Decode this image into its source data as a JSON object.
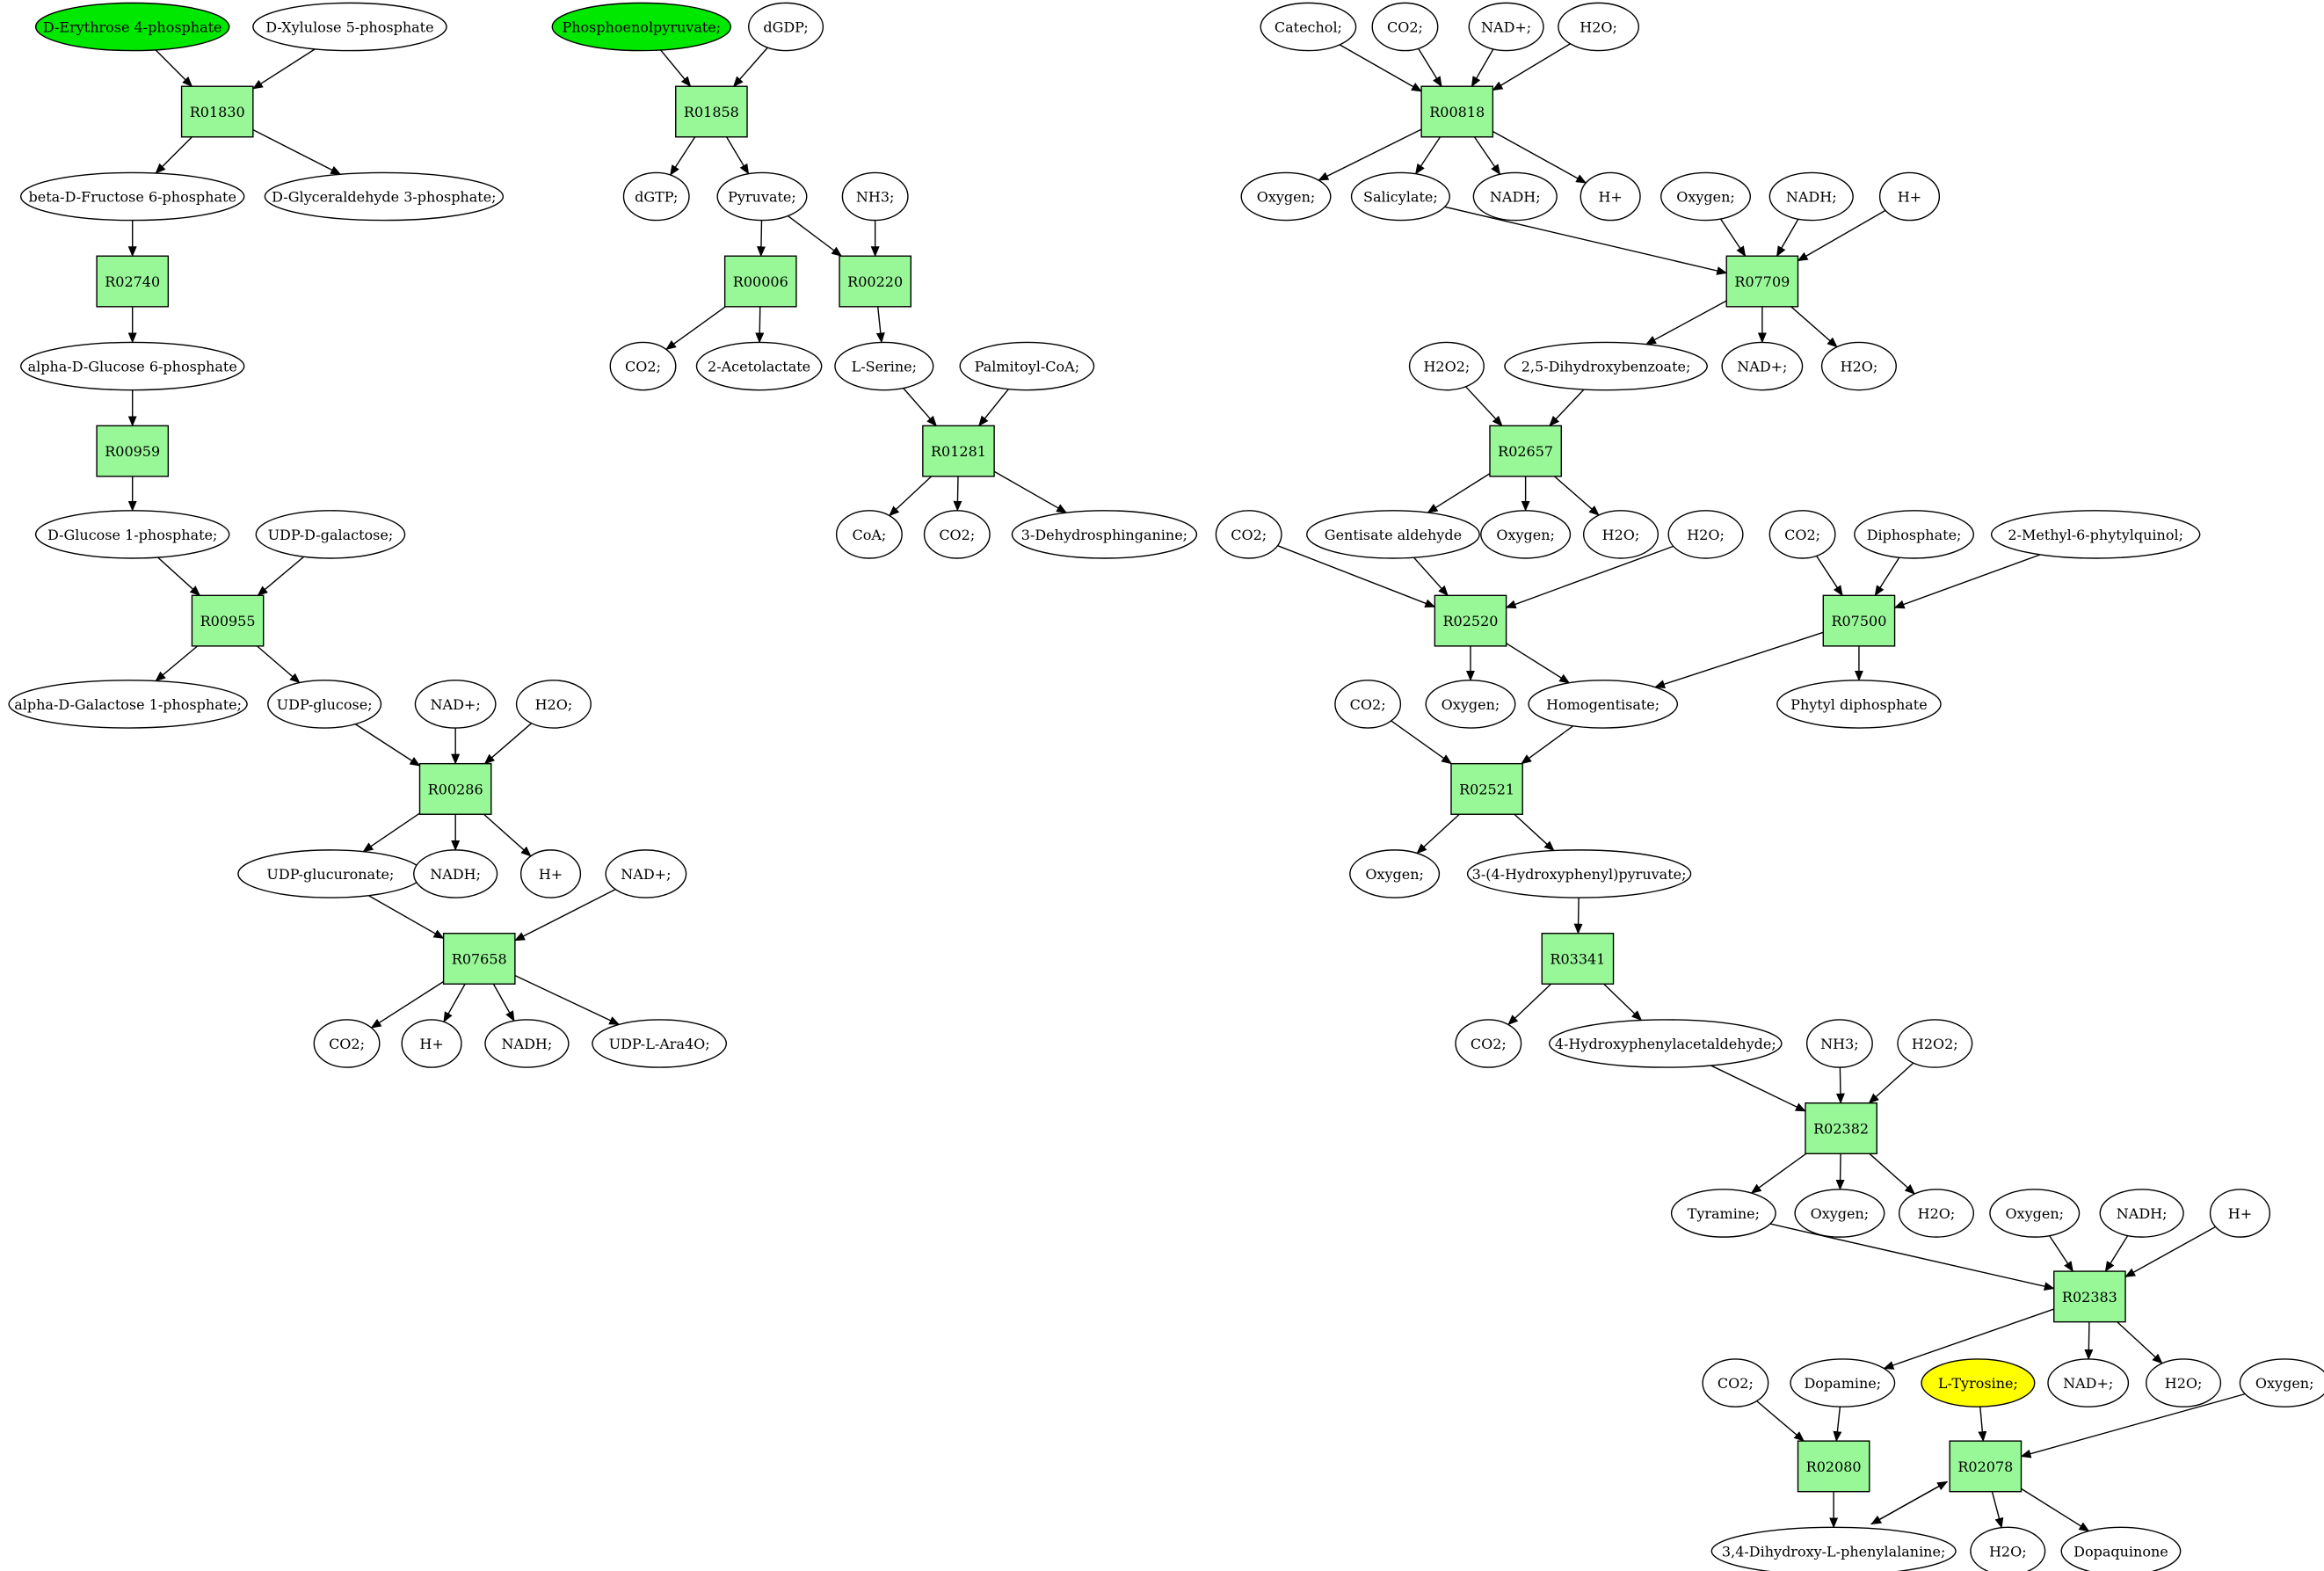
{
  "colors": {
    "reaction_fill": "#98f898",
    "source_fill": "#00e800",
    "target_fill": "#ffff00",
    "metabolite_fill": "#ffffff"
  },
  "reactions": [
    "R01830",
    "R02740",
    "R00959",
    "R00955",
    "R00286",
    "R07658",
    "R01858",
    "R00006",
    "R00220",
    "R01281",
    "R00818",
    "R07709",
    "R02657",
    "R02520",
    "R07500",
    "R02521",
    "R03341",
    "R02382",
    "R02383",
    "R02080",
    "R02078"
  ],
  "metabolites": [
    {
      "id": "m1",
      "label": "D-Erythrose 4-phosphate",
      "kind": "source"
    },
    {
      "id": "m2",
      "label": "D-Xylulose 5-phosphate"
    },
    {
      "id": "m3",
      "label": "beta-D-Fructose 6-phosphate"
    },
    {
      "id": "m4",
      "label": "D-Glyceraldehyde 3-phosphate;"
    },
    {
      "id": "m5",
      "label": "alpha-D-Glucose 6-phosphate"
    },
    {
      "id": "m6",
      "label": "D-Glucose 1-phosphate;"
    },
    {
      "id": "m7",
      "label": "UDP-D-galactose;"
    },
    {
      "id": "m8",
      "label": "alpha-D-Galactose 1-phosphate;"
    },
    {
      "id": "m9",
      "label": "UDP-glucose;"
    },
    {
      "id": "m10",
      "label": "NAD+;"
    },
    {
      "id": "m11",
      "label": "H2O;"
    },
    {
      "id": "m12",
      "label": "UDP-glucuronate;"
    },
    {
      "id": "m13",
      "label": "NADH;"
    },
    {
      "id": "m14",
      "label": "H+"
    },
    {
      "id": "m15",
      "label": "NAD+;"
    },
    {
      "id": "m16",
      "label": "CO2;"
    },
    {
      "id": "m17",
      "label": "H+"
    },
    {
      "id": "m18",
      "label": "NADH;"
    },
    {
      "id": "m19",
      "label": "UDP-L-Ara4O;"
    },
    {
      "id": "m20",
      "label": "Phosphoenolpyruvate;",
      "kind": "source"
    },
    {
      "id": "m21",
      "label": "dGDP;"
    },
    {
      "id": "m22",
      "label": "dGTP;"
    },
    {
      "id": "m23",
      "label": "Pyruvate;"
    },
    {
      "id": "m24",
      "label": "NH3;"
    },
    {
      "id": "m25",
      "label": "CO2;"
    },
    {
      "id": "m26",
      "label": "2-Acetolactate"
    },
    {
      "id": "m27",
      "label": "L-Serine;"
    },
    {
      "id": "m28",
      "label": "Palmitoyl-CoA;"
    },
    {
      "id": "m29",
      "label": "CoA;"
    },
    {
      "id": "m30",
      "label": "CO2;"
    },
    {
      "id": "m31",
      "label": "3-Dehydrosphinganine;"
    },
    {
      "id": "m32",
      "label": "Catechol;"
    },
    {
      "id": "m33",
      "label": "CO2;"
    },
    {
      "id": "m34",
      "label": "NAD+;"
    },
    {
      "id": "m35",
      "label": "H2O;"
    },
    {
      "id": "m36",
      "label": "Oxygen;"
    },
    {
      "id": "m37",
      "label": "Salicylate;"
    },
    {
      "id": "m38",
      "label": "NADH;"
    },
    {
      "id": "m39",
      "label": "H+"
    },
    {
      "id": "m40",
      "label": "Oxygen;"
    },
    {
      "id": "m41",
      "label": "NADH;"
    },
    {
      "id": "m42",
      "label": "H+"
    },
    {
      "id": "m43",
      "label": "H2O2;"
    },
    {
      "id": "m44",
      "label": "2,5-Dihydroxybenzoate;"
    },
    {
      "id": "m45",
      "label": "NAD+;"
    },
    {
      "id": "m46",
      "label": "H2O;"
    },
    {
      "id": "m47",
      "label": "CO2;"
    },
    {
      "id": "m48",
      "label": "Gentisate aldehyde"
    },
    {
      "id": "m49",
      "label": "Oxygen;"
    },
    {
      "id": "m50",
      "label": "H2O;"
    },
    {
      "id": "m51",
      "label": "H2O;"
    },
    {
      "id": "m52",
      "label": "CO2;"
    },
    {
      "id": "m53",
      "label": "Diphosphate;"
    },
    {
      "id": "m54",
      "label": "2-Methyl-6-phytylquinol;"
    },
    {
      "id": "m55",
      "label": "CO2;"
    },
    {
      "id": "m56",
      "label": "Oxygen;"
    },
    {
      "id": "m57",
      "label": "Homogentisate;"
    },
    {
      "id": "m58",
      "label": "Phytyl diphosphate"
    },
    {
      "id": "m59",
      "label": "Oxygen;"
    },
    {
      "id": "m60",
      "label": "3-(4-Hydroxyphenyl)pyruvate;"
    },
    {
      "id": "m61",
      "label": "CO2;"
    },
    {
      "id": "m62",
      "label": "4-Hydroxyphenylacetaldehyde;"
    },
    {
      "id": "m63",
      "label": "NH3;"
    },
    {
      "id": "m64",
      "label": "H2O2;"
    },
    {
      "id": "m65",
      "label": "Tyramine;"
    },
    {
      "id": "m66",
      "label": "Oxygen;"
    },
    {
      "id": "m67",
      "label": "H2O;"
    },
    {
      "id": "m68",
      "label": "Oxygen;"
    },
    {
      "id": "m69",
      "label": "NADH;"
    },
    {
      "id": "m70",
      "label": "H+"
    },
    {
      "id": "m71",
      "label": "CO2;"
    },
    {
      "id": "m72",
      "label": "Dopamine;"
    },
    {
      "id": "m73",
      "label": "L-Tyrosine;",
      "kind": "target"
    },
    {
      "id": "m74",
      "label": "NAD+;"
    },
    {
      "id": "m75",
      "label": "H2O;"
    },
    {
      "id": "m76",
      "label": "Oxygen;"
    },
    {
      "id": "m77",
      "label": "3,4-Dihydroxy-L-phenylalanine;"
    },
    {
      "id": "m78",
      "label": "H2O;"
    },
    {
      "id": "m79",
      "label": "Dopaquinone"
    }
  ],
  "edges": [
    [
      "m1",
      "R01830"
    ],
    [
      "m2",
      "R01830"
    ],
    [
      "R01830",
      "m3"
    ],
    [
      "R01830",
      "m4"
    ],
    [
      "m3",
      "R02740"
    ],
    [
      "R02740",
      "m5"
    ],
    [
      "m5",
      "R00959"
    ],
    [
      "R00959",
      "m6"
    ],
    [
      "m6",
      "R00955"
    ],
    [
      "m7",
      "R00955"
    ],
    [
      "R00955",
      "m8"
    ],
    [
      "R00955",
      "m9"
    ],
    [
      "m9",
      "R00286"
    ],
    [
      "m10",
      "R00286"
    ],
    [
      "m11",
      "R00286"
    ],
    [
      "R00286",
      "m12"
    ],
    [
      "R00286",
      "m13"
    ],
    [
      "R00286",
      "m14"
    ],
    [
      "m12",
      "R07658"
    ],
    [
      "m15",
      "R07658"
    ],
    [
      "R07658",
      "m16"
    ],
    [
      "R07658",
      "m17"
    ],
    [
      "R07658",
      "m18"
    ],
    [
      "R07658",
      "m19"
    ],
    [
      "m20",
      "R01858"
    ],
    [
      "m21",
      "R01858"
    ],
    [
      "R01858",
      "m22"
    ],
    [
      "R01858",
      "m23"
    ],
    [
      "m23",
      "R00006"
    ],
    [
      "R00006",
      "m25"
    ],
    [
      "R00006",
      "m26"
    ],
    [
      "m23",
      "R00220"
    ],
    [
      "m24",
      "R00220"
    ],
    [
      "R00220",
      "m27"
    ],
    [
      "m27",
      "R01281"
    ],
    [
      "m28",
      "R01281"
    ],
    [
      "R01281",
      "m29"
    ],
    [
      "R01281",
      "m30"
    ],
    [
      "R01281",
      "m31"
    ],
    [
      "m32",
      "R00818"
    ],
    [
      "m33",
      "R00818"
    ],
    [
      "m34",
      "R00818"
    ],
    [
      "m35",
      "R00818"
    ],
    [
      "R00818",
      "m36"
    ],
    [
      "R00818",
      "m37"
    ],
    [
      "R00818",
      "m38"
    ],
    [
      "R00818",
      "m39"
    ],
    [
      "m37",
      "R07709"
    ],
    [
      "m40",
      "R07709"
    ],
    [
      "m41",
      "R07709"
    ],
    [
      "m42",
      "R07709"
    ],
    [
      "R07709",
      "m44"
    ],
    [
      "R07709",
      "m45"
    ],
    [
      "R07709",
      "m46"
    ],
    [
      "m43",
      "R02657"
    ],
    [
      "m44",
      "R02657"
    ],
    [
      "R02657",
      "m48"
    ],
    [
      "R02657",
      "m49"
    ],
    [
      "R02657",
      "m50"
    ],
    [
      "m47",
      "R02520"
    ],
    [
      "m48",
      "R02520"
    ],
    [
      "m51",
      "R02520"
    ],
    [
      "R02520",
      "m56"
    ],
    [
      "R02520",
      "m57"
    ],
    [
      "m52",
      "R07500"
    ],
    [
      "m53",
      "R07500"
    ],
    [
      "m54",
      "R07500"
    ],
    [
      "R07500",
      "m57"
    ],
    [
      "R07500",
      "m58"
    ],
    [
      "m55",
      "R02521"
    ],
    [
      "m57",
      "R02521"
    ],
    [
      "R02521",
      "m59"
    ],
    [
      "R02521",
      "m60"
    ],
    [
      "m60",
      "R03341"
    ],
    [
      "R03341",
      "m61"
    ],
    [
      "R03341",
      "m62"
    ],
    [
      "m62",
      "R02382"
    ],
    [
      "m63",
      "R02382"
    ],
    [
      "m64",
      "R02382"
    ],
    [
      "R02382",
      "m65"
    ],
    [
      "R02382",
      "m66"
    ],
    [
      "R02382",
      "m67"
    ],
    [
      "m65",
      "R02383"
    ],
    [
      "m68",
      "R02383"
    ],
    [
      "m69",
      "R02383"
    ],
    [
      "m70",
      "R02383"
    ],
    [
      "R02383",
      "m72"
    ],
    [
      "R02383",
      "m74"
    ],
    [
      "R02383",
      "m75"
    ],
    [
      "m71",
      "R02080"
    ],
    [
      "m72",
      "R02080"
    ],
    [
      "R02080",
      "m77"
    ],
    [
      "m73",
      "R02078"
    ],
    [
      "m76",
      "R02078"
    ],
    [
      "m77",
      "R02078"
    ],
    [
      "R02078",
      "m77"
    ],
    [
      "R02078",
      "m78"
    ],
    [
      "R02078",
      "m79"
    ]
  ]
}
